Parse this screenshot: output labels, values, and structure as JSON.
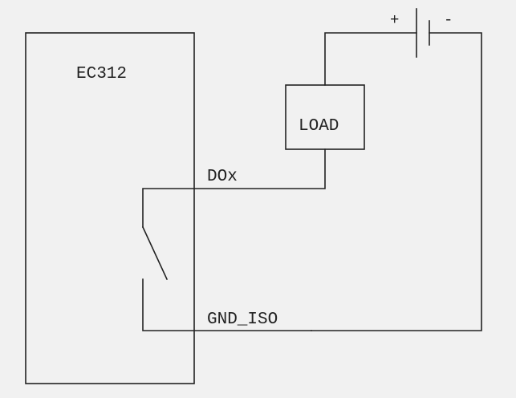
{
  "diagram": {
    "device_label": "EC312",
    "load_label": "LOAD",
    "output_label": "DOx",
    "ground_label": "GND_ISO",
    "battery": {
      "plus_label": "+",
      "minus_label": "-"
    },
    "switch_state": "open",
    "colors": {
      "background": "#f1f1f1",
      "line": "#222222"
    }
  }
}
